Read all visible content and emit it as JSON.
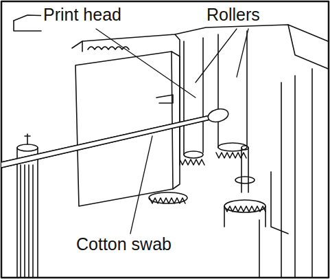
{
  "diagram": {
    "labels": [
      "Print head",
      "Rollers",
      "Cotton swab"
    ]
  }
}
